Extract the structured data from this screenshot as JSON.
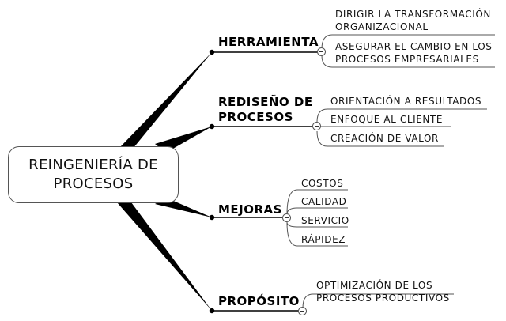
{
  "central": {
    "label": "REINGENIERÍA DE\nPROCESOS"
  },
  "branches": [
    {
      "label": "HERRAMIENTA",
      "leaves": [
        "DIRIGIR LA TRANSFORMACIÓN\nORGANIZACIONAL",
        "ASEGURAR EL CAMBIO EN LOS\nPROCESOS EMPRESARIALES"
      ]
    },
    {
      "label": "REDISEÑO DE\nPROCESOS",
      "leaves": [
        "ORIENTACIÓN A RESULTADOS",
        "ENFOQUE AL CLIENTE",
        "CREACIÓN DE VALOR"
      ]
    },
    {
      "label": "MEJORAS",
      "leaves": [
        "COSTOS",
        "CALIDAD",
        "SERVICIO",
        "RÁPIDEZ"
      ]
    },
    {
      "label": "PROPÓSITO",
      "leaves": [
        "OPTIMIZACIÓN DE LOS\nPROCESOS PRODUCTIVOS"
      ]
    }
  ],
  "colors": {
    "line": "#000000",
    "leaf_line": "#555555",
    "node_border": "#555555"
  }
}
